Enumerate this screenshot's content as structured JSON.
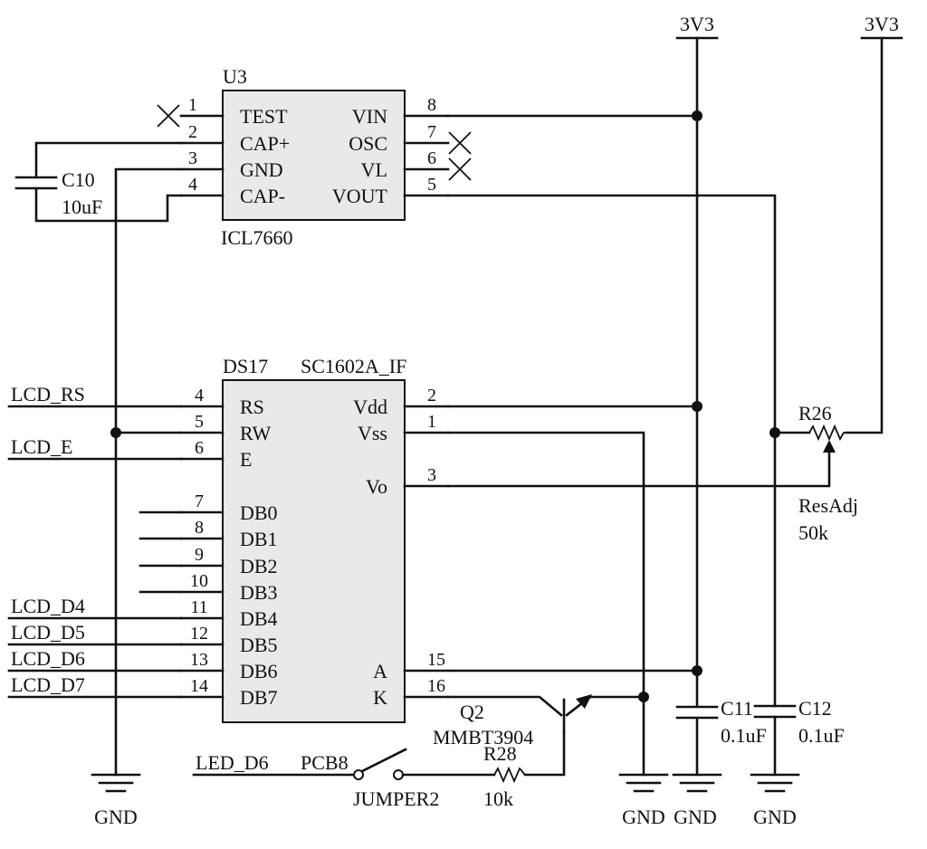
{
  "u3": {
    "ref": "U3",
    "part": "ICL7660",
    "pins_left": [
      {
        "num": "1",
        "name": "TEST"
      },
      {
        "num": "2",
        "name": "CAP+"
      },
      {
        "num": "3",
        "name": "GND"
      },
      {
        "num": "4",
        "name": "CAP-"
      }
    ],
    "pins_right": [
      {
        "num": "8",
        "name": "VIN"
      },
      {
        "num": "7",
        "name": "OSC"
      },
      {
        "num": "6",
        "name": "VL"
      },
      {
        "num": "5",
        "name": "VOUT"
      }
    ]
  },
  "ds17": {
    "ref": "DS17",
    "part": "SC1602A_IF",
    "pins_left": [
      {
        "num": "4",
        "name": "RS"
      },
      {
        "num": "5",
        "name": "RW"
      },
      {
        "num": "6",
        "name": "E"
      },
      {
        "num": "7",
        "name": "DB0"
      },
      {
        "num": "8",
        "name": "DB1"
      },
      {
        "num": "9",
        "name": "DB2"
      },
      {
        "num": "10",
        "name": "DB3"
      },
      {
        "num": "11",
        "name": "DB4"
      },
      {
        "num": "12",
        "name": "DB5"
      },
      {
        "num": "13",
        "name": "DB6"
      },
      {
        "num": "14",
        "name": "DB7"
      }
    ],
    "pins_right": [
      {
        "num": "2",
        "name": "Vdd"
      },
      {
        "num": "1",
        "name": "Vss"
      },
      {
        "num": "3",
        "name": "Vo"
      },
      {
        "num": "15",
        "name": "A"
      },
      {
        "num": "16",
        "name": "K"
      }
    ]
  },
  "nets": {
    "lcd_rs": "LCD_RS",
    "lcd_e": "LCD_E",
    "lcd_d4": "LCD_D4",
    "lcd_d5": "LCD_D5",
    "lcd_d6": "LCD_D6",
    "lcd_d7": "LCD_D7",
    "led_d6": "LED_D6",
    "pwr_1": "3V3",
    "pwr_2": "3V3",
    "gnd_1": "GND",
    "gnd_2": "GND",
    "gnd_3": "GND",
    "gnd_4": "GND"
  },
  "c10": {
    "ref": "C10",
    "value": "10uF"
  },
  "c11": {
    "ref": "C11",
    "value": "0.1uF"
  },
  "c12": {
    "ref": "C12",
    "value": "0.1uF"
  },
  "r26": {
    "ref": "R26",
    "value_1": "ResAdj",
    "value_2": "50k"
  },
  "r28": {
    "ref": "R28",
    "value": "10k"
  },
  "q2": {
    "ref": "Q2",
    "part": "MMBT3904"
  },
  "jumper": {
    "ref": "PCB8",
    "part": "JUMPER2"
  }
}
